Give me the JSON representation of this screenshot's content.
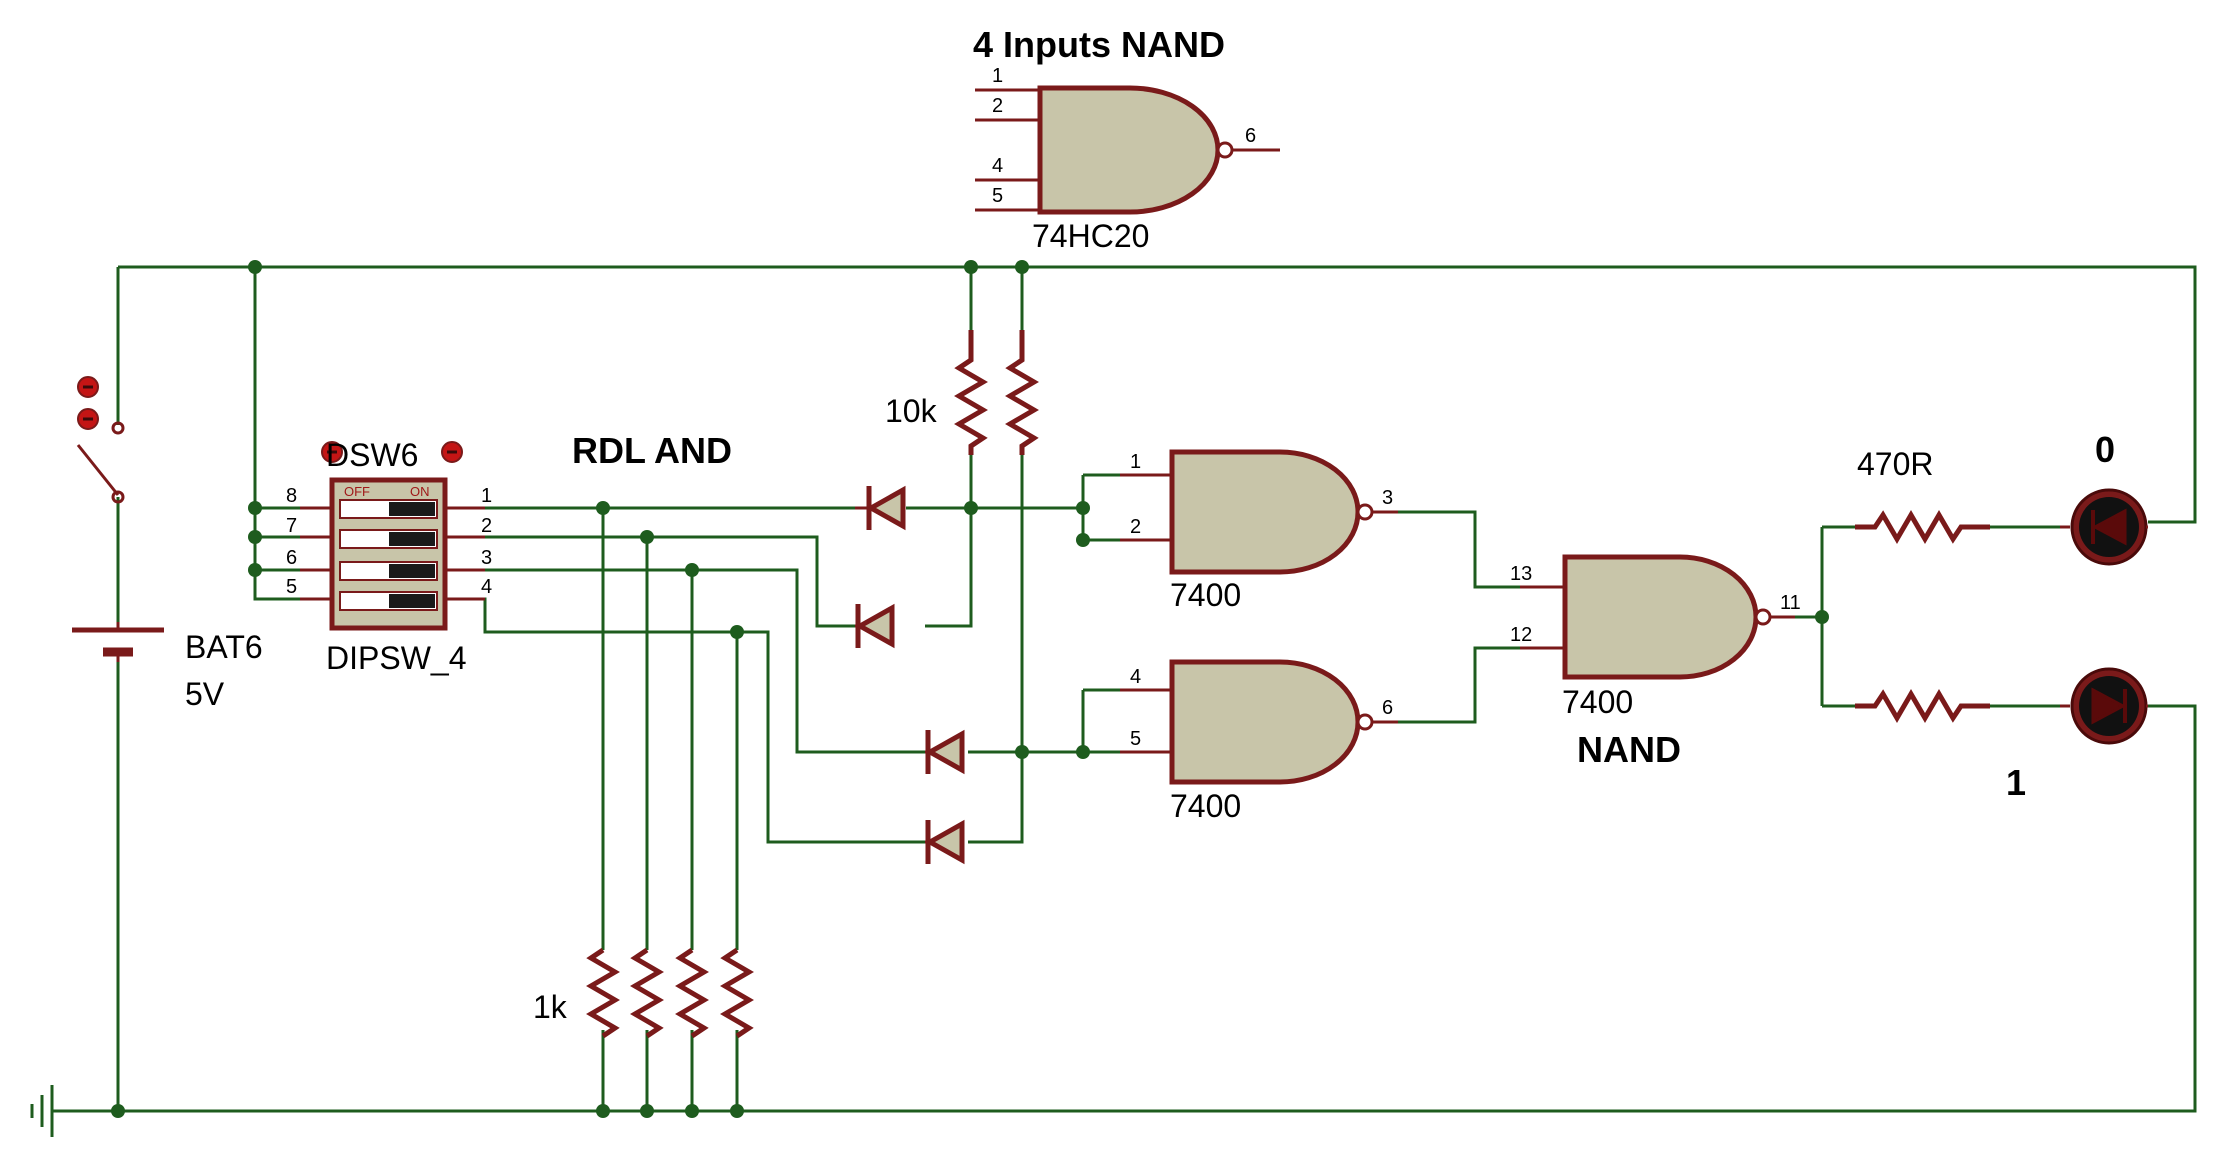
{
  "title": "4 Inputs NAND",
  "sections": {
    "rdl_and": "RDL AND",
    "nand": "NAND"
  },
  "ic_74hc20": {
    "part": "74HC20",
    "pins": [
      "1",
      "2",
      "4",
      "5",
      "6"
    ]
  },
  "battery": {
    "ref": "BAT6",
    "value": "5V"
  },
  "dip_switch": {
    "ref": "DSW6",
    "part": "DIPSW_4",
    "off_label": "OFF",
    "on_label": "ON",
    "left_pins": [
      "8",
      "7",
      "6",
      "5"
    ],
    "right_pins": [
      "1",
      "2",
      "3",
      "4"
    ]
  },
  "pullup_resistor": "10k",
  "pulldown_resistor": "1k",
  "led_resistor": "470R",
  "gate_a": {
    "part": "7400",
    "pins": [
      "1",
      "2",
      "3"
    ]
  },
  "gate_b": {
    "part": "7400",
    "pins": [
      "4",
      "5",
      "6"
    ]
  },
  "gate_c": {
    "part": "7400",
    "pins": [
      "13",
      "12",
      "11"
    ]
  },
  "led_labels": {
    "top": "0",
    "bottom": "1"
  },
  "colors": {
    "wire": "#1e5c1e",
    "component": "#7a1a1a",
    "component_fill": "#c8c5a9"
  }
}
